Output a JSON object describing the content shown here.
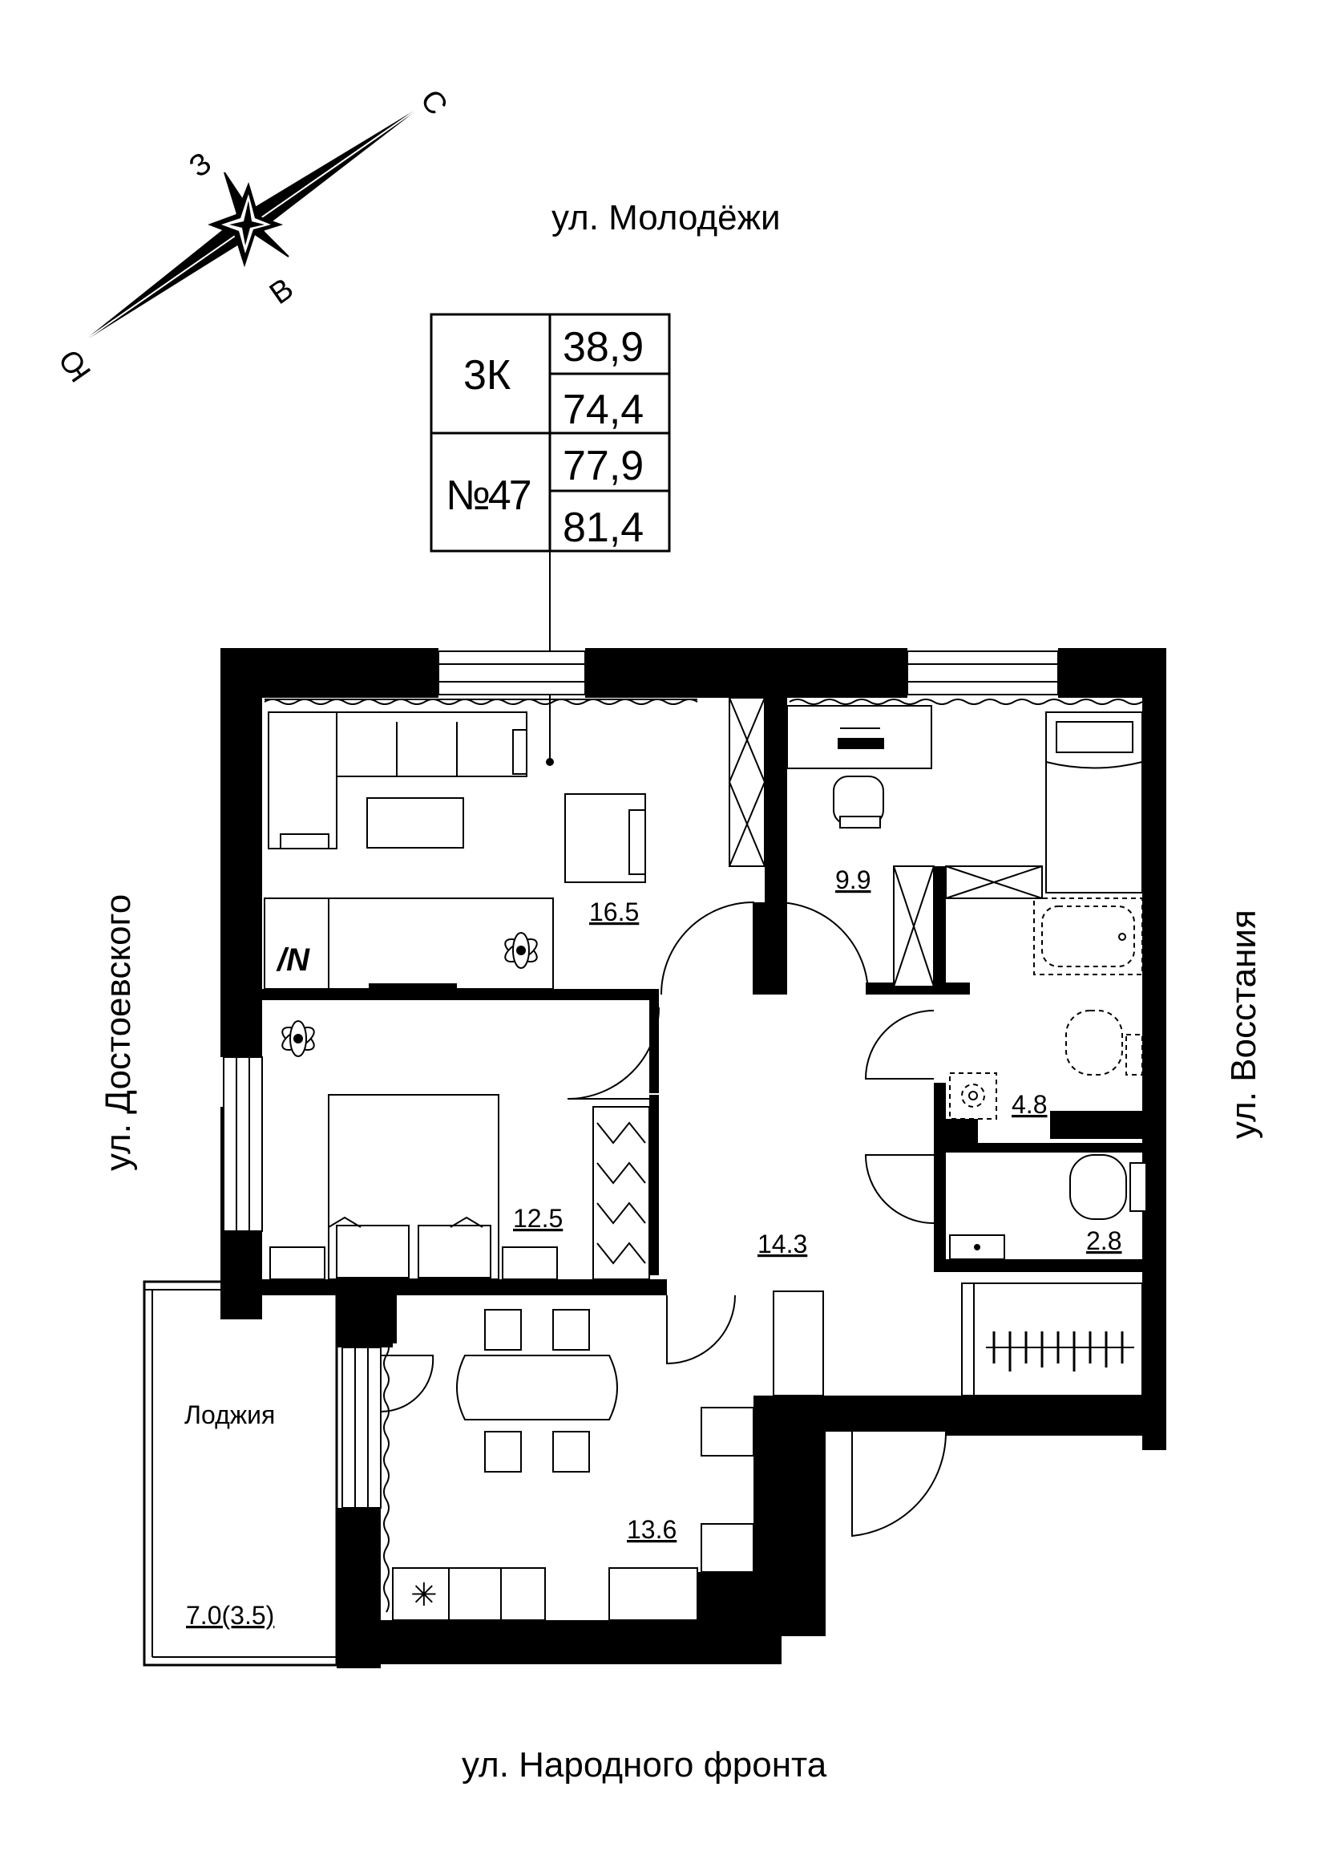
{
  "compass": {
    "north": "С",
    "south": "Ю",
    "east": "В",
    "west": "З"
  },
  "streets": {
    "top": "ул. Молодёжи",
    "left": "ул. Достоевского",
    "right": "ул. Восстания",
    "bottom": "ул. Народного фронта"
  },
  "info_box": {
    "rooms": "3К",
    "number": "№47",
    "area_living": "38,9",
    "area_total_no_loggia": "74,4",
    "area_total": "77,9",
    "area_total_with_loggia": "81,4"
  },
  "rooms": {
    "living": "16.5",
    "bedroom_small": "9.9",
    "bedroom_main": "12.5",
    "hall": "14.3",
    "bathroom": "4.8",
    "toilet": "2.8",
    "kitchen": "13.6",
    "loggia_name": "Лоджия",
    "loggia_area": "7.0(3.5)"
  }
}
